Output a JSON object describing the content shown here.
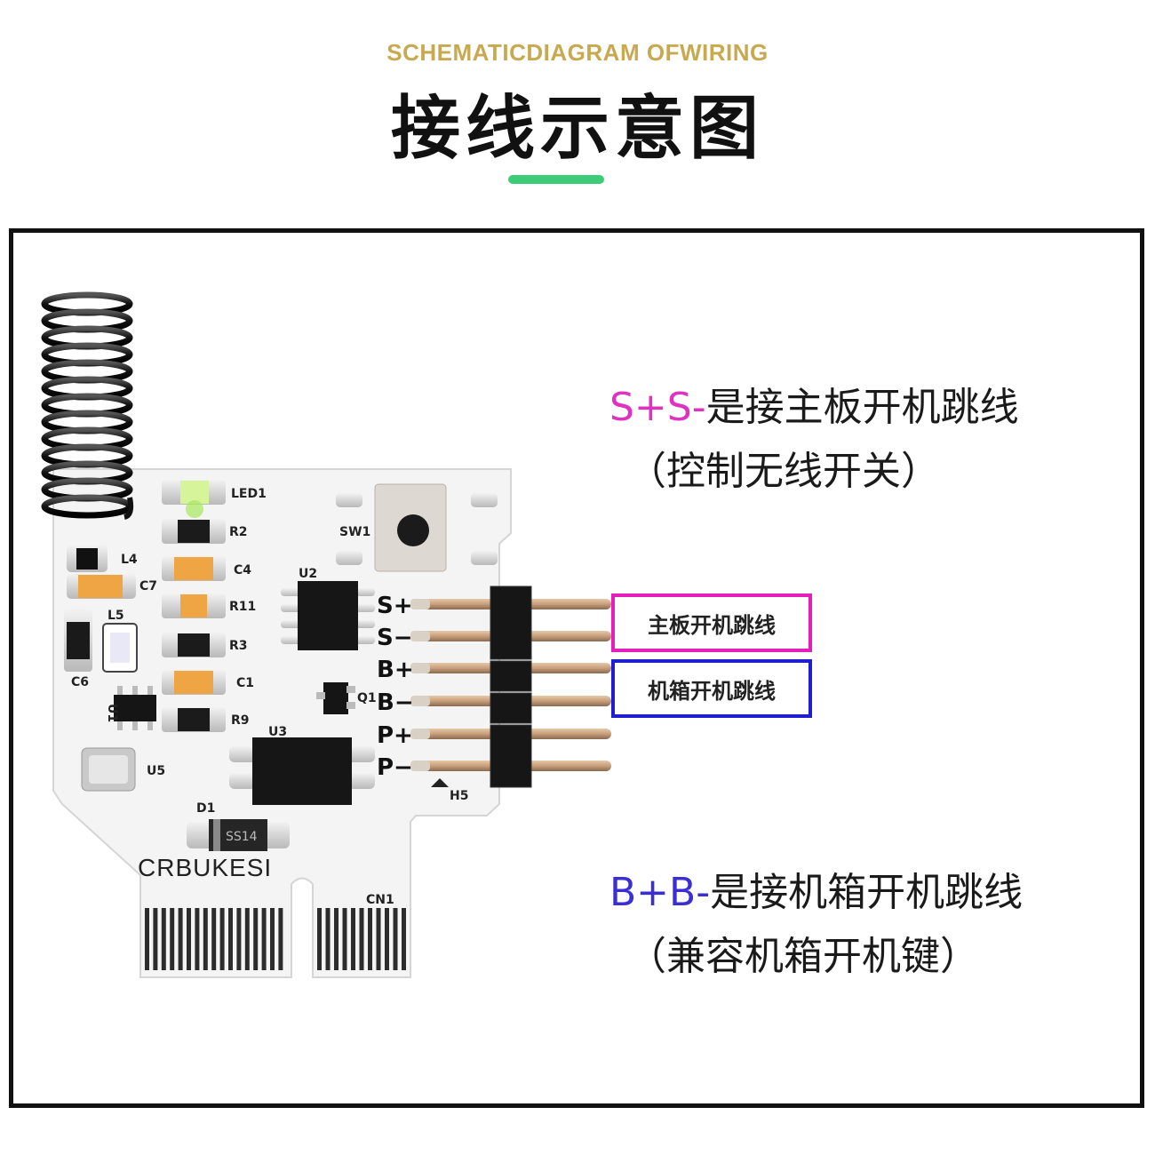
{
  "header": {
    "subtitle": "SCHEMATICDIAGRAM OFWIRING",
    "title": "接线示意图"
  },
  "board": {
    "brand": "CRBUKESI",
    "components": {
      "led1": "LED1",
      "r2": "R2",
      "c4": "C4",
      "r11": "R11",
      "r3": "R3",
      "c1": "C1",
      "r9": "R9",
      "l4": "L4",
      "c7": "C7",
      "l5": "L5",
      "c6": "C6",
      "u1": "U1",
      "u5": "U5",
      "u2": "U2",
      "u3": "U3",
      "q1": "Q1",
      "sw1": "SW1",
      "d1": "D1",
      "diode_part": "SS14",
      "h5": "H5",
      "cn1": "CN1"
    },
    "pins": [
      "S+",
      "S−",
      "B+",
      "B−",
      "P+",
      "P−"
    ]
  },
  "labels": {
    "motherboard_jumper": "主板开机跳线",
    "chassis_jumper": "机箱开机跳线"
  },
  "notes": {
    "ss_prefix": "S+S-",
    "ss_text": "是接主板开机跳线",
    "ss_sub": "（控制无线开关）",
    "bb_prefix": "B+B-",
    "bb_text": "是接机箱开机跳线",
    "bb_sub": "（兼容机箱开机键）"
  },
  "colors": {
    "accent_bar": "#3ecb78",
    "subtitle": "#c9a94f",
    "pink": "#e51fb9",
    "blue": "#1f1fd0"
  }
}
